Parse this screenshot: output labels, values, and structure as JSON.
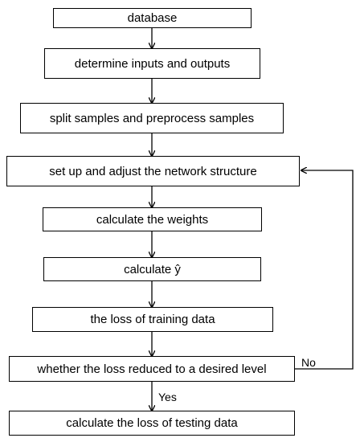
{
  "flowchart": {
    "steps": [
      "database",
      "determine inputs and outputs",
      "split samples and preprocess samples",
      "set up and adjust the network structure",
      "calculate the weights",
      "calculate ŷ",
      "the loss of training data",
      "whether the loss reduced to a desired level",
      "calculate the loss of testing data"
    ],
    "edge_labels": {
      "no": "No",
      "yes": "Yes"
    },
    "colors": {
      "line": "#000000",
      "box_border": "#000000",
      "background": "#ffffff"
    }
  }
}
